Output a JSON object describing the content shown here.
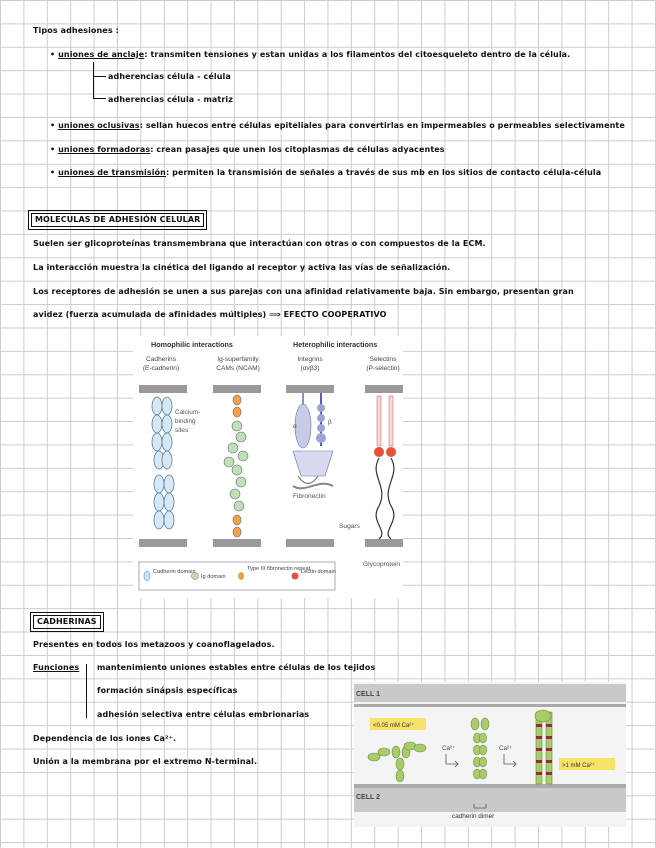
{
  "notes": {
    "heading": "Tipos adhesiones :",
    "items": [
      {
        "term": "uniones de anclaje",
        "text": ": transmiten tensiones y estan unidas a los filamentos del citoesqueleto dentro de la célula."
      },
      {
        "term": "uniones oclusivas",
        "text": ": sellan huecos entre células epiteliales para convertirlas en impermeables o permeables selectivamente"
      },
      {
        "term": "uniones formadoras",
        "text": ": crean pasajes que unen los citoplasmas de células adyacentes"
      },
      {
        "term": "uniones de transmisión",
        "text": ": permiten la transmisión de señales a través de sus mb en los sitios de contacto célula-célula"
      }
    ],
    "anchoring_subtypes": [
      "adherencias célula - célula",
      "adherencias célula - matriz"
    ],
    "section_cam": {
      "title": "MOLECULAS DE ADHESIÓN CELULAR",
      "lines": [
        "Suelen ser glicoproteínas transmembrana que interactúan con otras o con compuestos de la ECM.",
        "La interacción muestra la cinética del ligando al receptor y activa las vías de señalización.",
        "Los receptores de adhesión se unen a sus parejas con una afinidad relativamente baja. Sin embargo, presentan gran",
        "avidez (fuerza acumulada de afinidades múltiples) ⟹ EFECTO COOPERATIVO"
      ]
    },
    "section_cad": {
      "title": "CADHERINAS",
      "line1": "Presentes en todos los metazoos y coanoflagelados.",
      "functions_label": "Funciones",
      "functions": [
        "mantenimiento uniones estables entre células de los tejidos",
        "formación sinápsis específicas",
        "adhesión selectiva entre células embrionarias"
      ],
      "line2": "Dependencia de los iones Ca²⁺.",
      "line3": "Unión a la membrana por el extremo N-terminal."
    }
  },
  "figure1": {
    "homophilic": "Homophilic interactions",
    "heterophilic": "Heterophilic interactions",
    "cols": [
      {
        "name": "Cadherins",
        "sub": "(E-cadherin)"
      },
      {
        "name": "Ig-superfamily",
        "sub": "CAMs (NCAM)"
      },
      {
        "name": "Integrins",
        "sub": "(αvβ3)"
      },
      {
        "name": "Selectins",
        "sub": "(P-selectin)"
      }
    ],
    "calcium": [
      "Calcium-",
      "binding",
      "sites"
    ],
    "alpha": "α",
    "beta": "β",
    "fibronectin": "Fibronectin",
    "sugars": "Sugars",
    "glycoprotein": "Glycoprotein",
    "legend": [
      {
        "label": "Cadherin domain",
        "color": "#cfe3f3"
      },
      {
        "label": "Ig domain",
        "color": "#bfe0b4"
      },
      {
        "label": "Type III fibronectin repeat",
        "color": "#f2a24a"
      },
      {
        "label": "Lectin domain",
        "color": "#e8503a"
      }
    ]
  },
  "figure2": {
    "cell1": "CELL 1",
    "cell2": "CELL 2",
    "low": "<0.05 mM Ca²⁺",
    "high": ">1 mM Ca²⁺",
    "ca": "Ca²⁺",
    "dimer": "cadherin dimer"
  }
}
